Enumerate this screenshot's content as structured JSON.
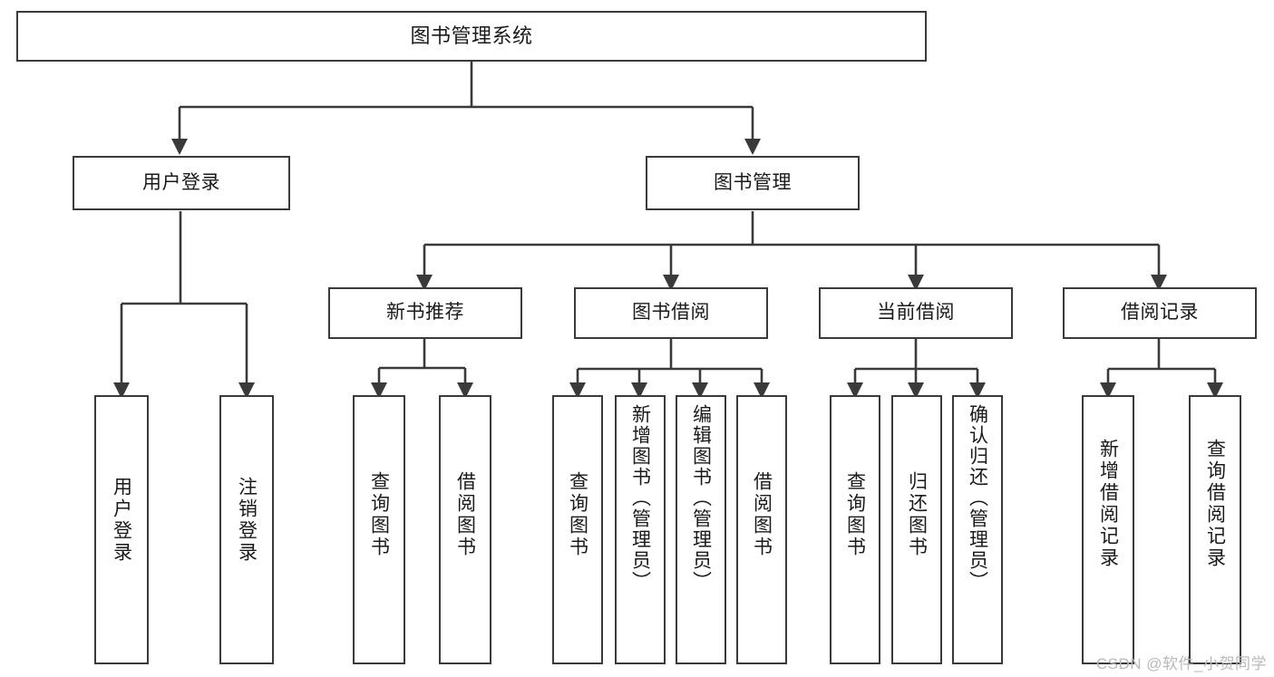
{
  "diagram": {
    "title": "图书管理系统",
    "type": "tree-hierarchy",
    "watermark": "CSDN @软件_小贺同学",
    "colors": {
      "box_border": "#3a3a3a",
      "box_fill": "#ffffff",
      "edge": "#3a3a3a",
      "text": "#1a1a1a",
      "watermark": "#b9b9b9",
      "background": "#ffffff"
    },
    "nodes": {
      "root": {
        "label": "图书管理系统"
      },
      "level1": [
        {
          "id": "user-login",
          "label": "用户登录"
        },
        {
          "id": "book-manage",
          "label": "图书管理"
        }
      ],
      "level2": [
        {
          "id": "new-book-recommend",
          "label": "新书推荐"
        },
        {
          "id": "book-borrow",
          "label": "图书借阅"
        },
        {
          "id": "current-borrow",
          "label": "当前借阅"
        },
        {
          "id": "borrow-record",
          "label": "借阅记录"
        }
      ],
      "leaves": {
        "user-login": [
          {
            "id": "leaf-user-login",
            "label": "用户登录"
          },
          {
            "id": "leaf-user-logout",
            "label": "注销登录"
          }
        ],
        "new-book-recommend": [
          {
            "id": "leaf-query-book-1",
            "label": "查询图书"
          },
          {
            "id": "leaf-borrow-book-1",
            "label": "借阅图书"
          }
        ],
        "book-borrow": [
          {
            "id": "leaf-query-book-2",
            "label": "查询图书"
          },
          {
            "id": "leaf-add-book",
            "label": "新增图书（管理员）"
          },
          {
            "id": "leaf-edit-book",
            "label": "编辑图书（管理员）"
          },
          {
            "id": "leaf-borrow-book-2",
            "label": "借阅图书"
          }
        ],
        "current-borrow": [
          {
            "id": "leaf-query-book-3",
            "label": "查询图书"
          },
          {
            "id": "leaf-return-book",
            "label": "归还图书"
          },
          {
            "id": "leaf-confirm-return",
            "label": "确认归还（管理员）"
          }
        ],
        "borrow-record": [
          {
            "id": "leaf-add-record",
            "label": "新增借阅记录"
          },
          {
            "id": "leaf-query-record",
            "label": "查询借阅记录"
          }
        ]
      }
    }
  }
}
